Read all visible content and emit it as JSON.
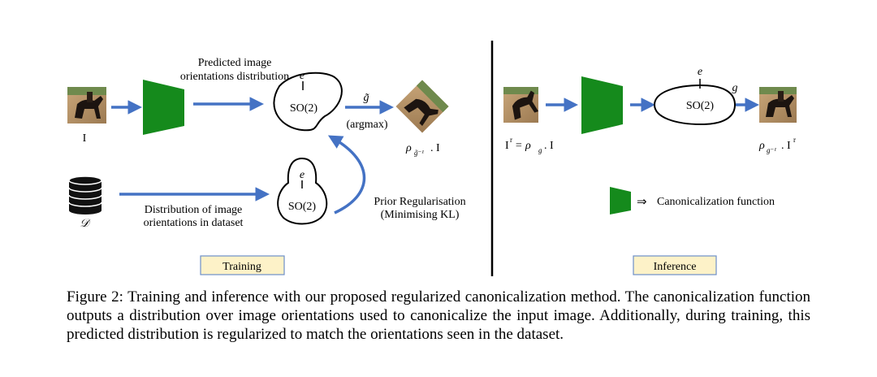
{
  "training": {
    "input_label": "I",
    "predicted_label_line1": "Predicted image",
    "predicted_label_line2": "orientations distribution",
    "identity_label": "e",
    "group_label": "SO(2)",
    "g_tilde": "g̃",
    "argmax": "(argmax)",
    "output_label": "ρ",
    "output_sub": "g̃⁻¹",
    "output_suffix": ". I",
    "dataset_symbol": "𝒟",
    "dataset_label_line1": "Distribution of image",
    "dataset_label_line2": "orientations in dataset",
    "prior_line1": "Prior Regularisation",
    "prior_line2": "(Minimising KL)",
    "box_label": "Training"
  },
  "inference": {
    "input_main": "I",
    "input_sup": "r",
    "input_eq": " = ρ",
    "input_sub": "g",
    "input_suffix": ". I",
    "identity_label": "e",
    "group_label": "SO(2)",
    "g_label": "g",
    "output_label": "ρ",
    "output_sub": "g⁻¹",
    "output_suffix": ". I",
    "output_sup": "r",
    "legend_arrow": "⇒",
    "legend_text": "Canonicalization function",
    "box_label": "Inference"
  },
  "caption": "Figure 2: Training and inference with our proposed regularized canonicalization method. The canonicalization function outputs a distribution over image orientations used to canonicalize the input image. Additionally, during training, this predicted distribution is regularized to match the orientations seen in the dataset.",
  "colors": {
    "network_green": "#158a1c",
    "arrow_blue": "#4472c4",
    "box_fill": "#fdf2c8",
    "box_border": "#6d8fc7"
  }
}
